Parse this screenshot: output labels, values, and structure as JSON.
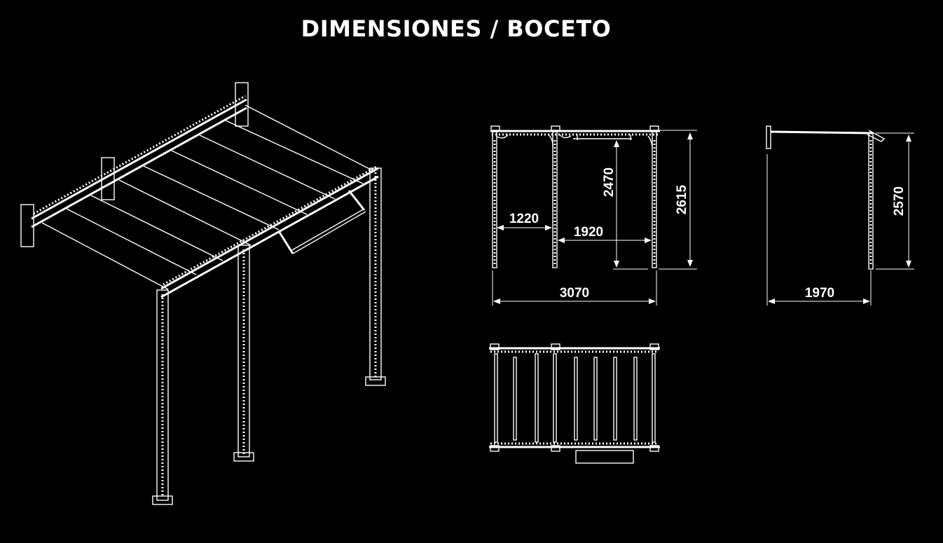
{
  "title": "DIMENSIONES / BOCETO",
  "front_view": {
    "width_left_bay": "1220",
    "width_right_bay": "1920",
    "bar_height": "2470",
    "total_height": "2615",
    "total_width": "3070"
  },
  "side_view": {
    "total_height": "2570",
    "depth": "1970"
  },
  "colors": {
    "background": "#000000",
    "lines": "#ffffff"
  }
}
